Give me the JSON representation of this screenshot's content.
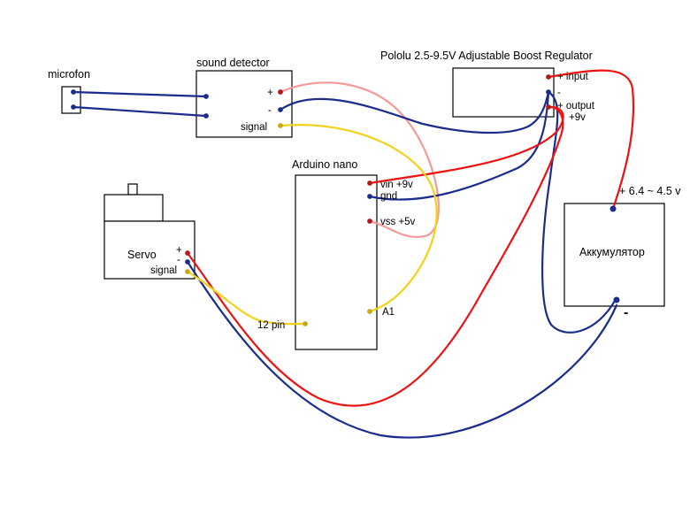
{
  "colors": {
    "red": "#ee1111",
    "blue": "#1a2c8c",
    "yellow": "#f2d21a",
    "pink": "#f59a9a",
    "dot_red": "#b81818",
    "dot_blue": "#1a2c8c",
    "dot_yellow": "#c9a612"
  },
  "microphone": {
    "title": "microfon"
  },
  "sound_detector": {
    "title": "sound detector",
    "pins": {
      "plus": "+",
      "minus": "-",
      "signal": "signal"
    }
  },
  "boost_regulator": {
    "title": "Pololu 2.5-9.5V Adjustable Boost Regulator",
    "pins": {
      "input": "+ input",
      "minus": "-",
      "output": "+ output",
      "output_voltage": "+9v"
    }
  },
  "arduino": {
    "title": "Arduino nano",
    "pins": {
      "vin": "vin +9v",
      "gnd": "gnd",
      "vss": "vss +5v",
      "a1": "A1",
      "pin12": "12 pin"
    }
  },
  "servo": {
    "title": "Servo",
    "pins": {
      "plus": "+",
      "minus": "-",
      "signal": "signal"
    }
  },
  "battery": {
    "title": "Аккумулятор",
    "voltage": "+ 6.4 ~ 4.5 v",
    "minus": "-"
  }
}
